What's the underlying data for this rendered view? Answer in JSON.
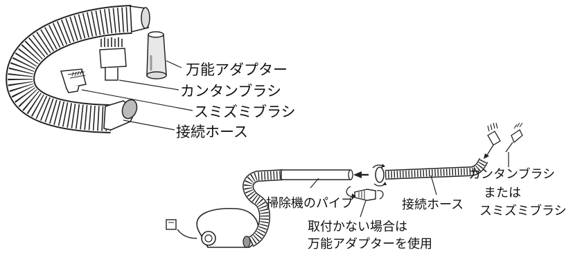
{
  "labels": {
    "universal_adapter": "万能アダプター",
    "kantan_brush": "カンタンブラシ",
    "sumizumi_brush": "スミズミブラシ",
    "connection_hose": "接続ホース",
    "vacuum_pipe": "掃除機のパイプ",
    "connection_hose_2": "接続ホース",
    "brush_option_1": "カンタンブラシ",
    "brush_option_or": "または",
    "brush_option_2": "スミズミブラシ",
    "note_line1": "取付かない場合は",
    "note_line2": "万能アダプターを使用"
  }
}
